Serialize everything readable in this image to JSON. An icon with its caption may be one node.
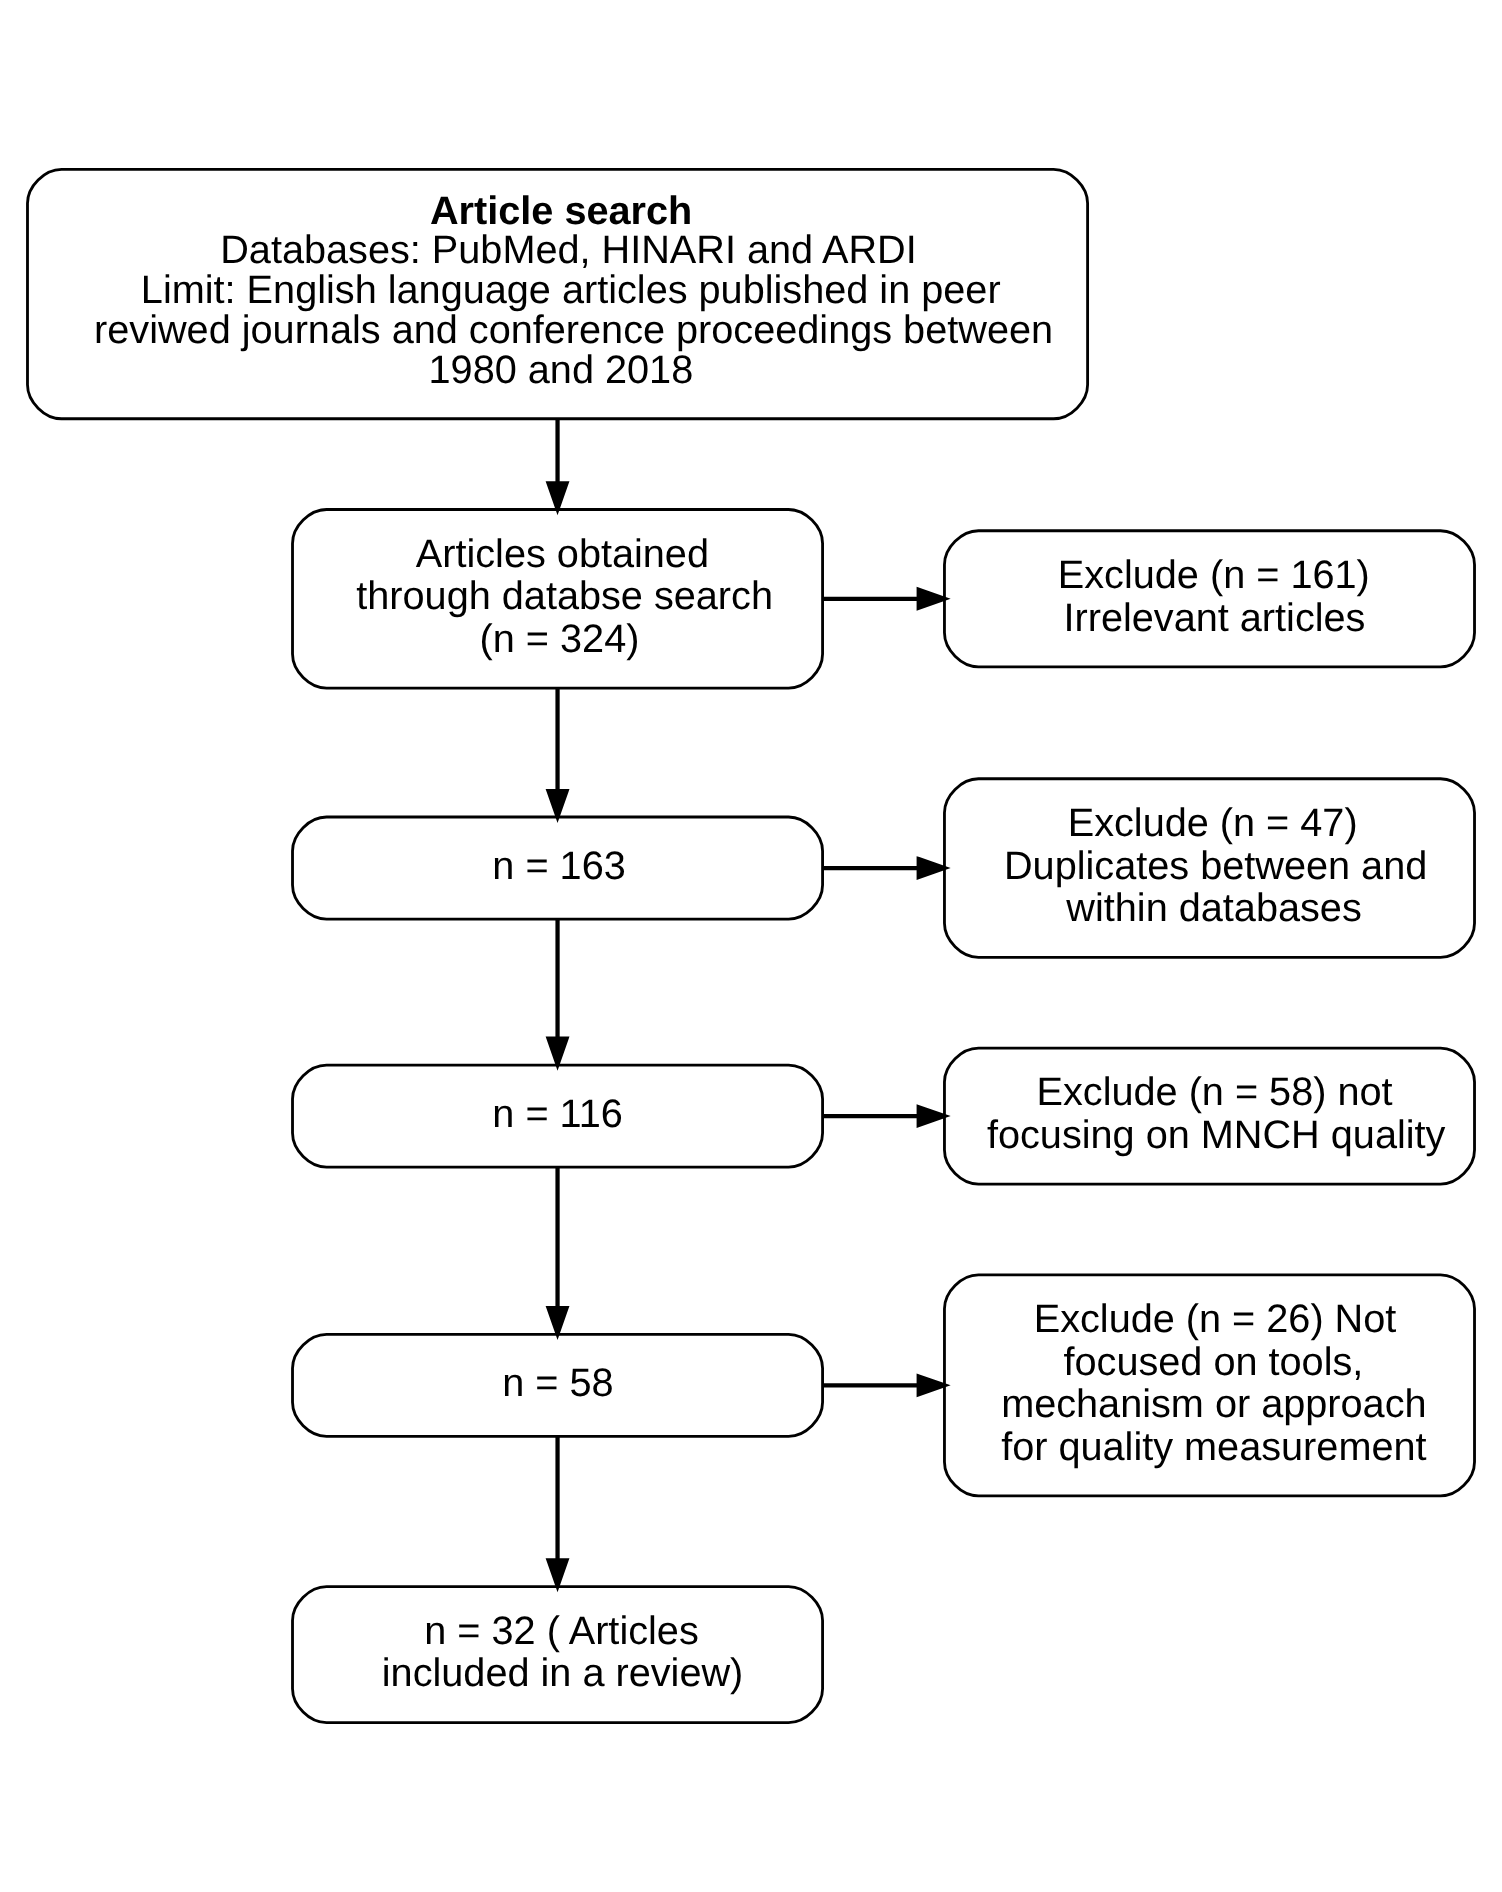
{
  "diagram": {
    "nodes": [
      {
        "text": [
          "Article search",
          "Databases: PubMed, HINARI and ARDI",
          "Limit: English language articles published in peer reviwed journals and conference proceedings between 1980 and 2018"
        ]
      },
      {
        "text": [
          "Articles obtained through databse search (n = 324)"
        ]
      },
      {
        "text": [
          "Exclude (n = 161) Irrelevant articles"
        ]
      },
      {
        "text": [
          "n = 163"
        ]
      },
      {
        "text": [
          "Exclude (n = 47) Duplicates between and within databases"
        ]
      },
      {
        "text": [
          "n = 116"
        ]
      },
      {
        "text": [
          "Exclude (n = 58) not focusing on MNCH quality"
        ]
      },
      {
        "text": [
          "n = 58"
        ]
      },
      {
        "text": [
          "Exclude (n = 26) Not focused on tools, mechanism or approach for quality measurement"
        ]
      },
      {
        "text": [
          "n = 32 ( Articles included in a review)"
        ]
      }
    ],
    "edges": [
      {
        "from": 0,
        "to": 1,
        "arrow": "to"
      },
      {
        "from": 1,
        "to": 2,
        "arrow": "to"
      },
      {
        "from": 1,
        "to": 3,
        "arrow": "to"
      },
      {
        "from": 3,
        "to": 4,
        "arrow": "to"
      },
      {
        "from": 3,
        "to": 5,
        "arrow": "to"
      },
      {
        "from": 5,
        "to": 6,
        "arrow": "to"
      },
      {
        "from": 5,
        "to": 7,
        "arrow": "to"
      },
      {
        "from": 7,
        "to": 8,
        "arrow": "to"
      },
      {
        "from": 7,
        "to": 9,
        "arrow": "to"
      }
    ]
  }
}
